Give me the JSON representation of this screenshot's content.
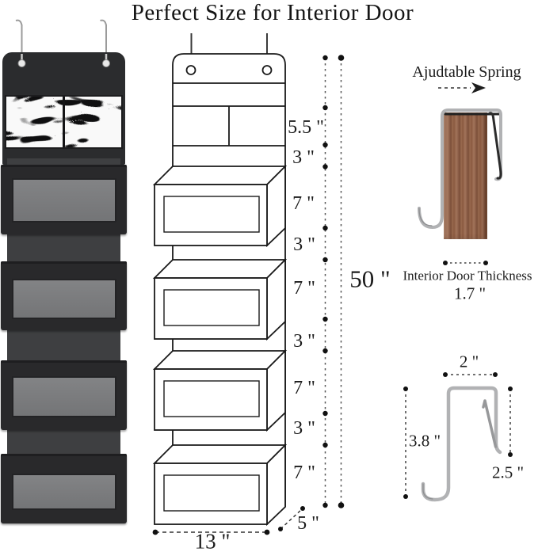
{
  "title": "Perfect Size for Interior Door",
  "diagram": {
    "sections": [
      "5.5 \"",
      "3 \"",
      "7 \"",
      "3 \"",
      "7 \"",
      "3 \"",
      "7 \"",
      "3 \"",
      "7 \""
    ],
    "total_height": "50 \"",
    "width": "13 \"",
    "depth": "5 \""
  },
  "spring_hook": {
    "label": "Ajudtable Spring",
    "door_thickness_label": "Interior Door Thickness",
    "door_thickness_value": "1.7 \""
  },
  "hook_dimensions": {
    "top_width": "2 \"",
    "back_height": "3.8 \"",
    "front_drop": "2.5 \""
  },
  "colors": {
    "fabric_black": "#2b2c2e",
    "window_gray": "#7b7c7e",
    "wood_brown": "#96684d",
    "metal_silver": "#b1b2b4",
    "line_ink": "#1a1a1a"
  }
}
